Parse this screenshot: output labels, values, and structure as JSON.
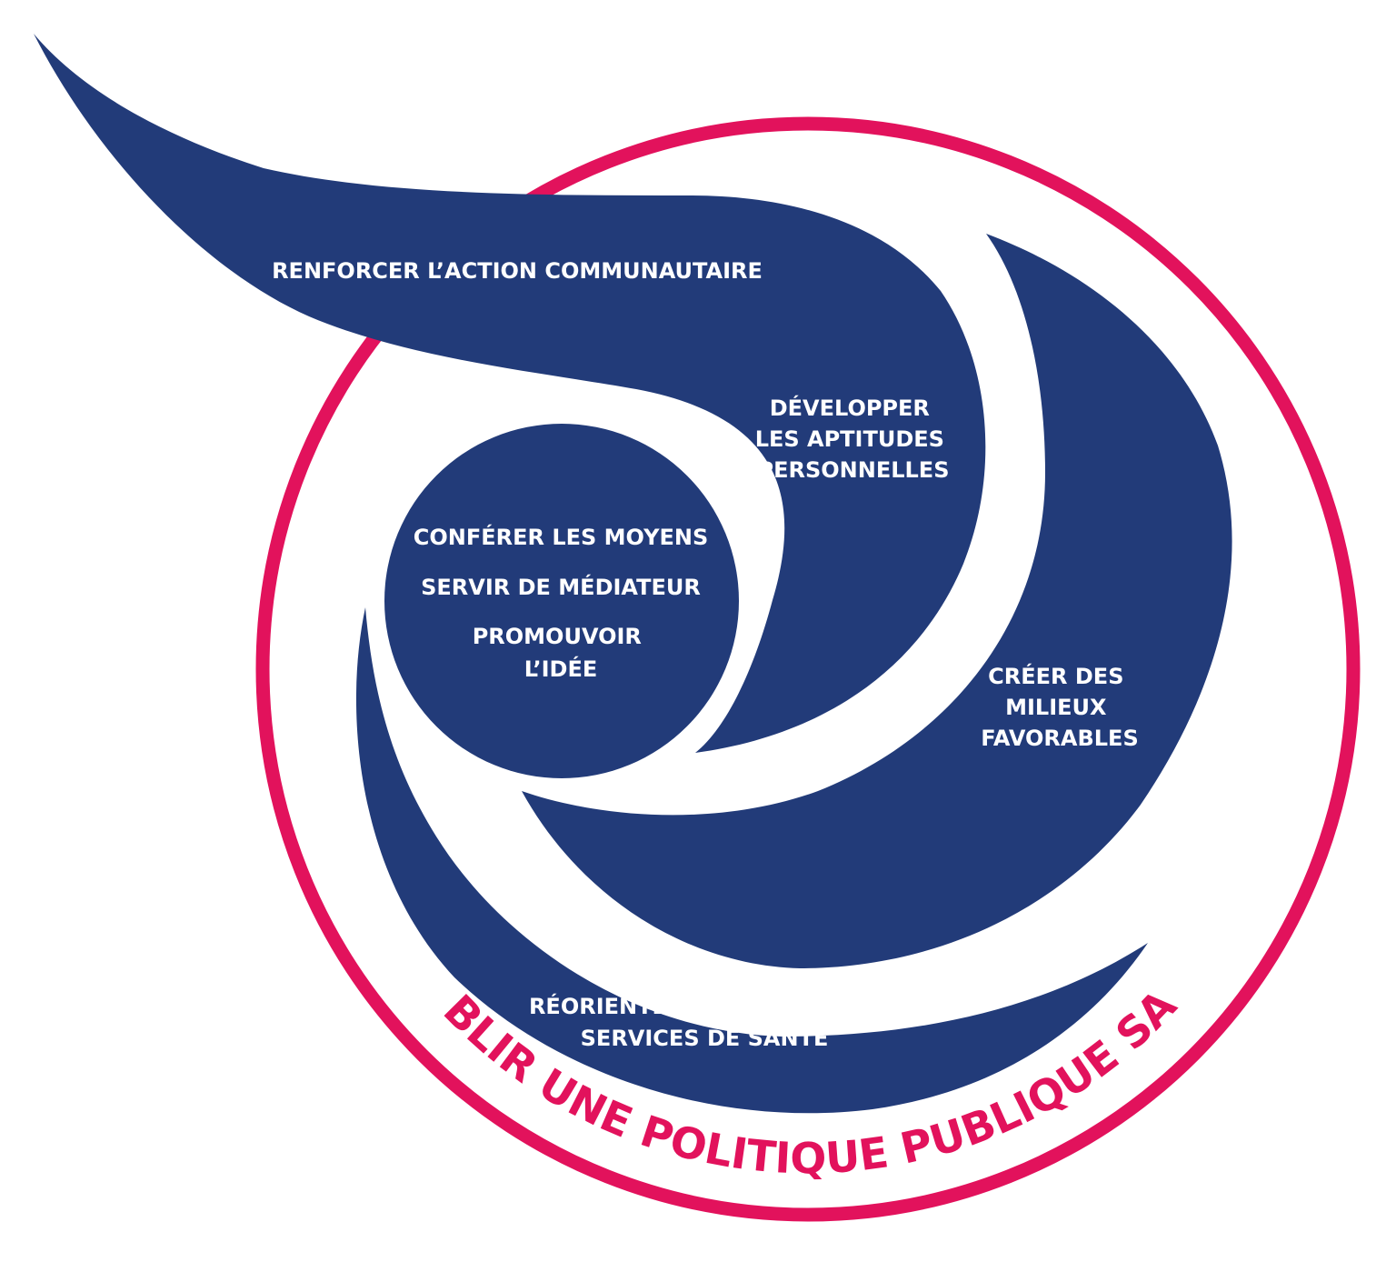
{
  "diagram": {
    "colors": {
      "blue": "#223b79",
      "pink": "#e2125c",
      "background": "#ffffff"
    },
    "labels": {
      "community_action": "RENFORCER L’ACTION COMMUNAUTAIRE",
      "personal_skills": [
        "DÉVELOPPER",
        "LES APTITUDES",
        "PERSONNELLES"
      ],
      "supportive_env": [
        "CRÉER DES",
        "MILIEUX",
        "FAVORABLES"
      ],
      "reorient_services": [
        "RÉORIENTER LES",
        "SERVICES DE SANTÉ"
      ],
      "core": {
        "enable": "CONFÉRER LES MOYENS",
        "mediate": "SERVIR DE MÉDIATEUR",
        "advocate": [
          "PROMOUVOIR",
          "L’IDÉE"
        ]
      },
      "healthy_policy": "ÉTABLIR UNE POLITIQUE PUBLIQUE SAINE"
    }
  }
}
